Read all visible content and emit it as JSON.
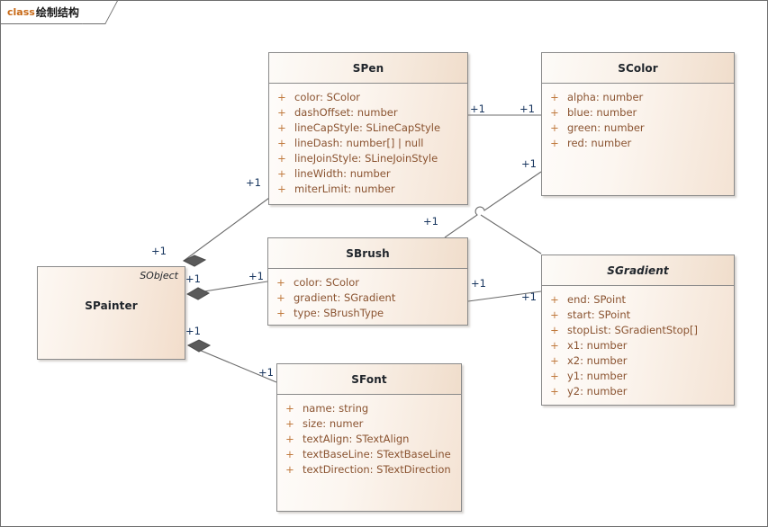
{
  "diagram": {
    "tab_keyword": "class",
    "tab_name": "绘制结构",
    "accent_color": "#c86a18",
    "line_color": "#6b6b6b",
    "box_fill": "#f7ead f",
    "multiplicity_color": "#17355e"
  },
  "classes": {
    "spen": {
      "name": "SPen",
      "abstract": false,
      "attributes": [
        {
          "visibility": "+",
          "signature": "color: SColor"
        },
        {
          "visibility": "+",
          "signature": "dashOffset: number"
        },
        {
          "visibility": "+",
          "signature": "lineCapStyle: SLineCapStyle"
        },
        {
          "visibility": "+",
          "signature": "lineDash: number[] | null"
        },
        {
          "visibility": "+",
          "signature": "lineJoinStyle: SLineJoinStyle"
        },
        {
          "visibility": "+",
          "signature": "lineWidth: number"
        },
        {
          "visibility": "+",
          "signature": "miterLimit: number"
        }
      ]
    },
    "scolor": {
      "name": "SColor",
      "abstract": false,
      "attributes": [
        {
          "visibility": "+",
          "signature": "alpha: number"
        },
        {
          "visibility": "+",
          "signature": "blue: number"
        },
        {
          "visibility": "+",
          "signature": "green: number"
        },
        {
          "visibility": "+",
          "signature": "red: number"
        }
      ]
    },
    "spainter": {
      "name": "SPainter",
      "stereotype": "SObject",
      "abstract": false,
      "attributes": []
    },
    "sbrush": {
      "name": "SBrush",
      "abstract": false,
      "attributes": [
        {
          "visibility": "+",
          "signature": "color: SColor"
        },
        {
          "visibility": "+",
          "signature": "gradient: SGradient"
        },
        {
          "visibility": "+",
          "signature": "type: SBrushType"
        }
      ]
    },
    "sgradient": {
      "name": "SGradient",
      "abstract": true,
      "attributes": [
        {
          "visibility": "+",
          "signature": "end: SPoint"
        },
        {
          "visibility": "+",
          "signature": "start: SPoint"
        },
        {
          "visibility": "+",
          "signature": "stopList: SGradientStop[]"
        },
        {
          "visibility": "+",
          "signature": "x1: number"
        },
        {
          "visibility": "+",
          "signature": "x2: number"
        },
        {
          "visibility": "+",
          "signature": "y1: number"
        },
        {
          "visibility": "+",
          "signature": "y2: number"
        }
      ]
    },
    "sfont": {
      "name": "SFont",
      "abstract": false,
      "attributes": [
        {
          "visibility": "+",
          "signature": "name: string"
        },
        {
          "visibility": "+",
          "signature": "size: numer"
        },
        {
          "visibility": "+",
          "signature": "textAlign: STextAlign"
        },
        {
          "visibility": "+",
          "signature": "textBaseLine: STextBaseLine"
        },
        {
          "visibility": "+",
          "signature": "textDirection: STextDirection"
        }
      ]
    }
  },
  "multiplicities": {
    "spainter_spen_source": "+1",
    "spainter_spen_target": "+1",
    "spainter_sbrush_source": "+1",
    "spainter_sbrush_target": "+1",
    "spainter_sfont_source": "+1",
    "spainter_sfont_target": "+1",
    "spen_scolor_source": "+1",
    "spen_scolor_target": "+1",
    "sbrush_scolor_source": "+1",
    "sbrush_scolor_target": "+1",
    "sbrush_sgradient_source": "+1",
    "sbrush_sgradient_target": "+1"
  }
}
